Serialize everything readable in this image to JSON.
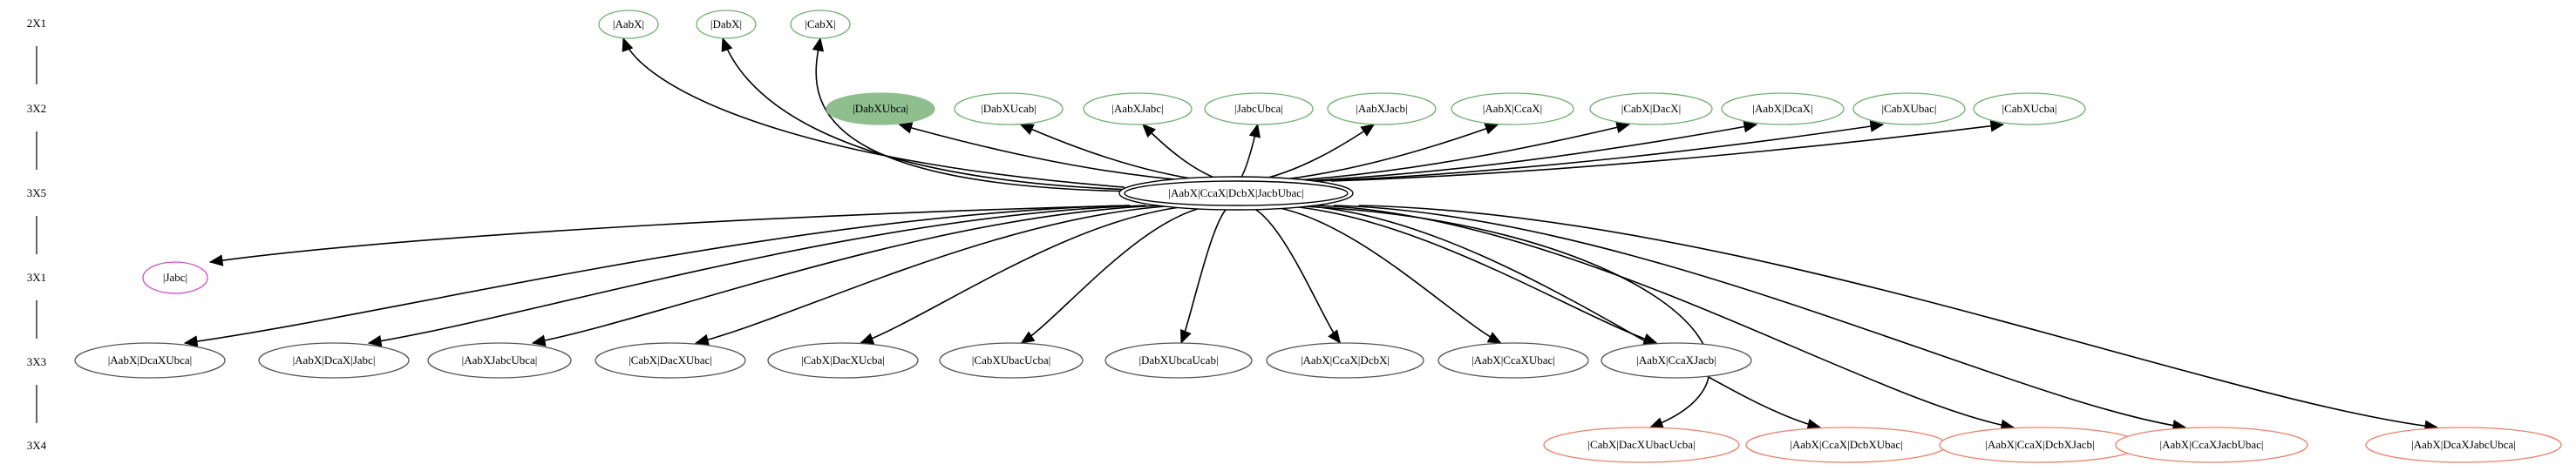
{
  "ranks": [
    {
      "id": "r2x1",
      "label": "2X1"
    },
    {
      "id": "r3x2",
      "label": "3X2"
    },
    {
      "id": "r3x5",
      "label": "3X5"
    },
    {
      "id": "r3x1",
      "label": "3X1"
    },
    {
      "id": "r3x3",
      "label": "3X3"
    },
    {
      "id": "r3x4",
      "label": "3X4"
    }
  ],
  "colors": {
    "green_border": "#6fae6f",
    "green_fill": "#8fbf8f",
    "purple_border": "#c94fc9",
    "gray_border": "#555555",
    "red_border": "#e8826a",
    "black": "#000000"
  },
  "center_node": {
    "id": "center",
    "label": "|AabX|CcaX|DcbX|JacbUbac|",
    "style": "double"
  },
  "nodes": [
    {
      "id": "n_aabx",
      "label": "|AabX|",
      "rank": "2X1",
      "style": "green"
    },
    {
      "id": "n_dabx",
      "label": "|DabX|",
      "rank": "2X1",
      "style": "green"
    },
    {
      "id": "n_cabx",
      "label": "|CabX|",
      "rank": "2X1",
      "style": "green"
    },
    {
      "id": "n_dabxubca",
      "label": "|DabXUbca|",
      "rank": "3X2",
      "style": "green-filled"
    },
    {
      "id": "n_dabxucab",
      "label": "|DabXUcab|",
      "rank": "3X2",
      "style": "green"
    },
    {
      "id": "n_aabxjabc",
      "label": "|AabXJabc|",
      "rank": "3X2",
      "style": "green"
    },
    {
      "id": "n_jabcubca",
      "label": "|JabcUbca|",
      "rank": "3X2",
      "style": "green"
    },
    {
      "id": "n_aabxjacb",
      "label": "|AabXJacb|",
      "rank": "3X2",
      "style": "green"
    },
    {
      "id": "n_aabxccax",
      "label": "|AabX|CcaX|",
      "rank": "3X2",
      "style": "green"
    },
    {
      "id": "n_cabxdacx",
      "label": "|CabX|DacX|",
      "rank": "3X2",
      "style": "green"
    },
    {
      "id": "n_aabxdcax",
      "label": "|AabX|DcaX|",
      "rank": "3X2",
      "style": "green"
    },
    {
      "id": "n_cabxubac",
      "label": "|CabXUbac|",
      "rank": "3X2",
      "style": "green"
    },
    {
      "id": "n_cabxucba",
      "label": "|CabXUcba|",
      "rank": "3X2",
      "style": "green"
    },
    {
      "id": "n_jabc",
      "label": "|Jabc|",
      "rank": "3X1",
      "style": "purple"
    },
    {
      "id": "n3_1",
      "label": "|AabX|DcaXUbca|",
      "rank": "3X3",
      "style": "gray"
    },
    {
      "id": "n3_2",
      "label": "|AabX|DcaX|Jabc|",
      "rank": "3X3",
      "style": "gray"
    },
    {
      "id": "n3_3",
      "label": "|AabXJabcUbca|",
      "rank": "3X3",
      "style": "gray"
    },
    {
      "id": "n3_4",
      "label": "|CabX|DacXUbac|",
      "rank": "3X3",
      "style": "gray"
    },
    {
      "id": "n3_5",
      "label": "|CabX|DacXUcba|",
      "rank": "3X3",
      "style": "gray"
    },
    {
      "id": "n3_6",
      "label": "|CabXUbacUcba|",
      "rank": "3X3",
      "style": "gray"
    },
    {
      "id": "n3_7",
      "label": "|DabXUbcaUcab|",
      "rank": "3X3",
      "style": "gray"
    },
    {
      "id": "n3_8",
      "label": "|AabX|CcaX|DcbX|",
      "rank": "3X3",
      "style": "gray"
    },
    {
      "id": "n3_9",
      "label": "|AabX|CcaXUbac|",
      "rank": "3X3",
      "style": "gray"
    },
    {
      "id": "n3_10",
      "label": "|AabX|CcaXJacb|",
      "rank": "3X3",
      "style": "gray"
    },
    {
      "id": "n4_1",
      "label": "|CabX|DacXUbacUcba|",
      "rank": "3X4",
      "style": "red"
    },
    {
      "id": "n4_2",
      "label": "|AabX|CcaX|DcbXUbac|",
      "rank": "3X4",
      "style": "red"
    },
    {
      "id": "n4_3",
      "label": "|AabX|CcaX|DcbXJacb|",
      "rank": "3X4",
      "style": "red"
    },
    {
      "id": "n4_4",
      "label": "|AabX|CcaXJacbUbac|",
      "rank": "3X4",
      "style": "red"
    },
    {
      "id": "n4_5",
      "label": "|AabX|DcaXJabcUbca|",
      "rank": "3X4",
      "style": "red"
    }
  ]
}
